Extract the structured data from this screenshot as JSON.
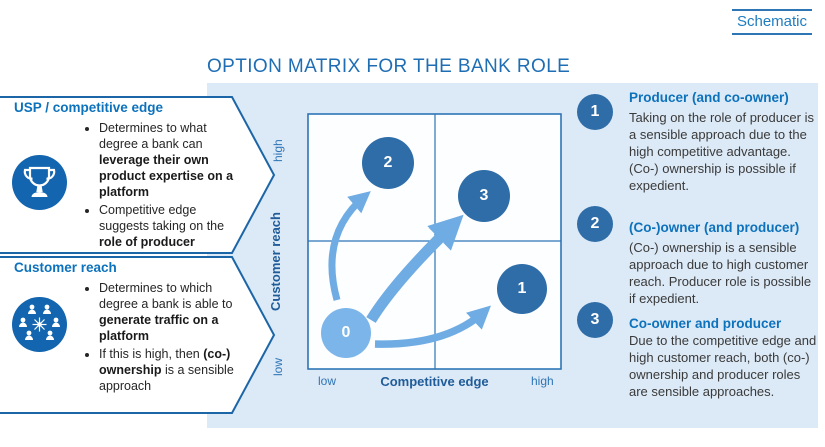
{
  "schematic_label": "Schematic",
  "title": "OPTION MATRIX FOR THE BANK ROLE",
  "colors": {
    "accent_blue": "#1F6EB4",
    "panel_background": "#DCE9F6",
    "callout_border": "#1C66A8",
    "heading_blue": "#0D72BC",
    "dark_circle": "#2E6DA8",
    "light_circle": "#7CB5E9",
    "arrow_blue": "#6FACE3",
    "grid_border": "#2E75B6",
    "body_text": "#3A3A3A"
  },
  "callouts": [
    {
      "heading": "USP / competitive edge",
      "icon": "trophy-icon",
      "bullets": [
        [
          {
            "t": "Determines to what degree a bank can "
          },
          {
            "t": "leverage their own product expertise on a platform",
            "b": true
          }
        ],
        [
          {
            "t": "Competitive edge suggests taking on the "
          },
          {
            "t": "role of producer",
            "b": true
          }
        ]
      ]
    },
    {
      "heading": "Customer reach",
      "icon": "people-network-icon",
      "bullets": [
        [
          {
            "t": "Determines to which degree a bank is able to "
          },
          {
            "t": "generate traffic on a platform",
            "b": true
          }
        ],
        [
          {
            "t": "If this is high, then "
          },
          {
            "t": "(co-) ownership",
            "b": true
          },
          {
            "t": " is a sensible approach"
          }
        ]
      ]
    }
  ],
  "matrix": {
    "y_axis": {
      "label": "Customer reach",
      "low": "low",
      "high": "high"
    },
    "x_axis": {
      "label": "Competitive edge",
      "low": "low",
      "high": "high"
    },
    "points": [
      {
        "id": "0",
        "position": "low competitive edge / low customer reach"
      },
      {
        "id": "1",
        "position": "high competitive edge / low customer reach"
      },
      {
        "id": "2",
        "position": "low competitive edge / high customer reach"
      },
      {
        "id": "3",
        "position": "high competitive edge / high customer reach"
      }
    ],
    "arrows": [
      "0 to 2",
      "0 to 3",
      "0 to 1"
    ]
  },
  "legend": [
    {
      "num": "1",
      "heading": "Producer (and co-owner)",
      "body": "Taking on the role of producer is a sensible approach due to the high competitive advantage. (Co-) ownership is possible if expedient."
    },
    {
      "num": "2",
      "heading": "(Co-)owner (and producer)",
      "body": "(Co-) ownership is a sensible approach due to high customer reach. Producer role is possible if expedient."
    },
    {
      "num": "3",
      "heading": "Co-owner and producer",
      "body": "Due to the competitive edge and high customer reach, both (co-) ownership and producer roles are sensible approaches."
    }
  ]
}
